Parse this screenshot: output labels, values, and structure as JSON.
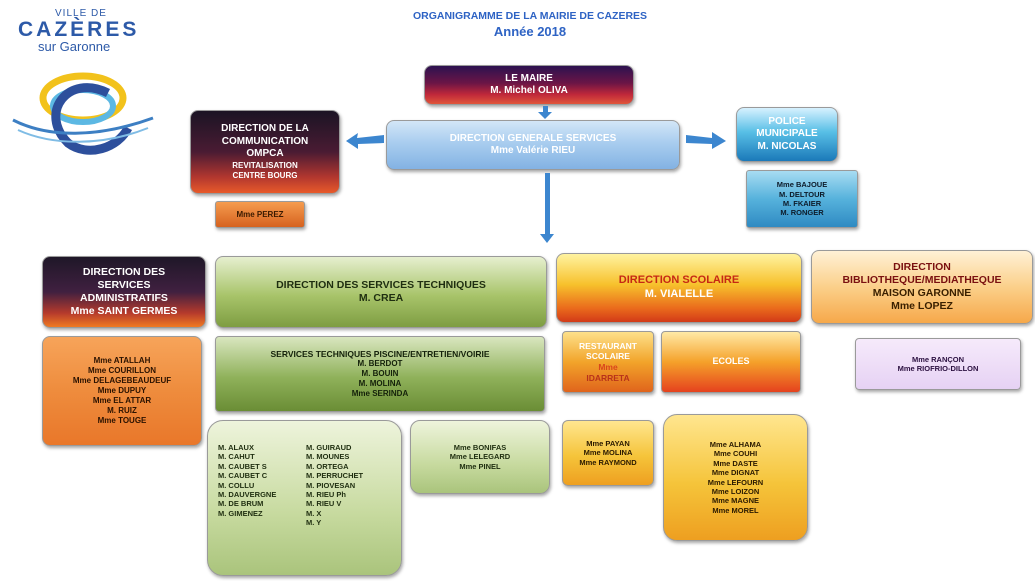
{
  "logo": {
    "line1": "VILLE DE",
    "line2": "CAZÈRES",
    "line3": "sur Garonne"
  },
  "header": {
    "title": "ORGANIGRAMME DE LA MAIRIE DE CAZERES",
    "year": "Année 2018"
  },
  "maire": {
    "title": "LE MAIRE",
    "name": "M. Michel OLIVA"
  },
  "dgs": {
    "title": "DIRECTION GENERALE SERVICES",
    "name": "Mme Valérie RIEU"
  },
  "communication": {
    "lines": [
      "DIRECTION DE LA",
      "COMMUNICATION",
      "OMPCA",
      "REVITALISATION",
      "CENTRE BOURG"
    ],
    "staff": "Mme PEREZ"
  },
  "police": {
    "lines": [
      "POLICE",
      "MUNICIPALE",
      "M. NICOLAS"
    ],
    "staff": [
      "Mme BAJOUE",
      "M. DELTOUR",
      "M. FKAIER",
      "M. RONGER"
    ]
  },
  "admin": {
    "lines": [
      "DIRECTION DES",
      "SERVICES",
      "ADMINISTRATIFS",
      "Mme SAINT GERMES"
    ],
    "staff": [
      "Mme ATALLAH",
      "Mme COURILLON",
      "Mme DELAGEBEAUDEUF",
      "Mme DUPUY",
      "Mme EL ATTAR",
      "M. RUIZ",
      "Mme TOUGE"
    ]
  },
  "technique": {
    "title": "DIRECTION DES SERVICES TECHNIQUES",
    "name": "M. CREA",
    "sub_title": "SERVICES TECHNIQUES PISCINE/ENTRETIEN/VOIRIE",
    "sub_staff": [
      "M. BERDOT",
      "M. BOUIN",
      "M. MOLINA",
      "Mme SERINDA"
    ],
    "agents_col1": [
      "M. ALAUX",
      "M. CAHUT",
      "M. CAUBET S",
      "M. CAUBET C",
      "M. COLLU",
      "M. DAUVERGNE",
      "M. DE BRUM",
      "M. GIMENEZ"
    ],
    "agents_col2": [
      "M. GUIRAUD",
      "M. MOUNES",
      "M. ORTEGA",
      "M. PERRUCHET",
      "M. PIOVESAN",
      "M. RIEU Ph",
      "M. RIEU V",
      "M. X",
      "M. Y"
    ],
    "agents_extra": [
      "Mme BONIFAS",
      "Mme LELEGARD",
      "Mme PINEL"
    ]
  },
  "scolaire": {
    "title": "DIRECTION SCOLAIRE",
    "name": "M. VIALELLE",
    "restaurant": [
      "RESTAURANT",
      "SCOLAIRE",
      "Mme",
      "IDARRETA"
    ],
    "restaurant_staff": [
      "Mme PAYAN",
      "Mme MOLINA",
      "Mme RAYMOND"
    ],
    "ecoles": "ECOLES",
    "ecoles_staff": [
      "Mme ALHAMA",
      "Mme COUHI",
      "Mme DASTE",
      "Mme DIGNAT",
      "Mme LEFOURN",
      "Mme LOIZON",
      "Mme MAGNE",
      "Mme MOREL"
    ]
  },
  "bibliotheque": {
    "lines": [
      "DIRECTION",
      "BIBLIOTHEQUE/MEDIATHEQUE",
      "MAISON GARONNE",
      "Mme LOPEZ"
    ],
    "staff": [
      "Mme RANÇON",
      "Mme RIOFRIO-DILLON"
    ]
  }
}
